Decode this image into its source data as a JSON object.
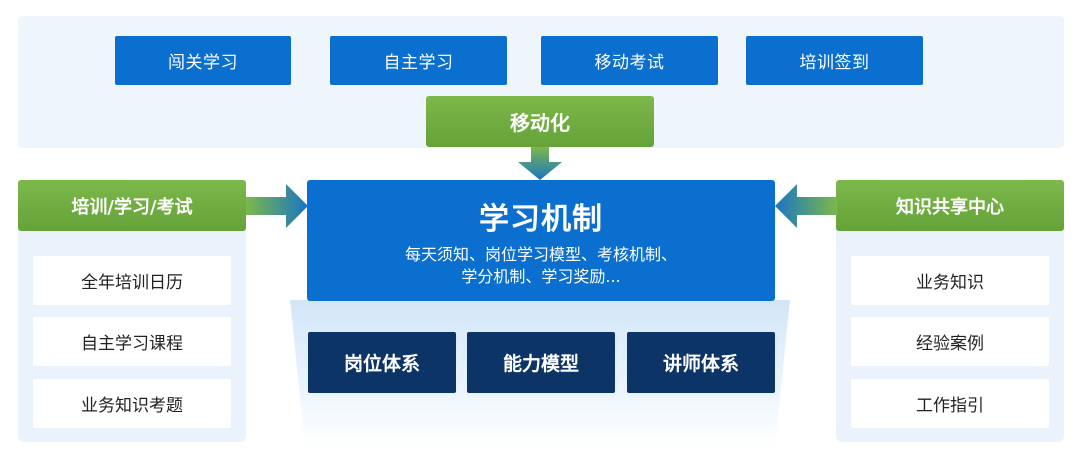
{
  "top_features": [
    "闯关学习",
    "自主学习",
    "移动考试",
    "培训签到"
  ],
  "mobile": {
    "label": "移动化"
  },
  "center": {
    "title": "学习机制",
    "desc_line1": "每天须知、岗位学习模型、考核机制、",
    "desc_line2": "学分机制、学习奖励..."
  },
  "left": {
    "header": "培训/学习/考试",
    "items": [
      "全年培训日历",
      "自主学习课程",
      "业务知识考题"
    ]
  },
  "right": {
    "header": "知识共享中心",
    "items": [
      "业务知识",
      "经验案例",
      "工作指引"
    ]
  },
  "bottom_systems": [
    "岗位体系",
    "能力模型",
    "讲师体系"
  ],
  "colors": {
    "primary_blue": "#0a6fce",
    "green": "#6fac3f",
    "dark_navy": "#0c3466",
    "pale_bg": "#eef5fc"
  }
}
